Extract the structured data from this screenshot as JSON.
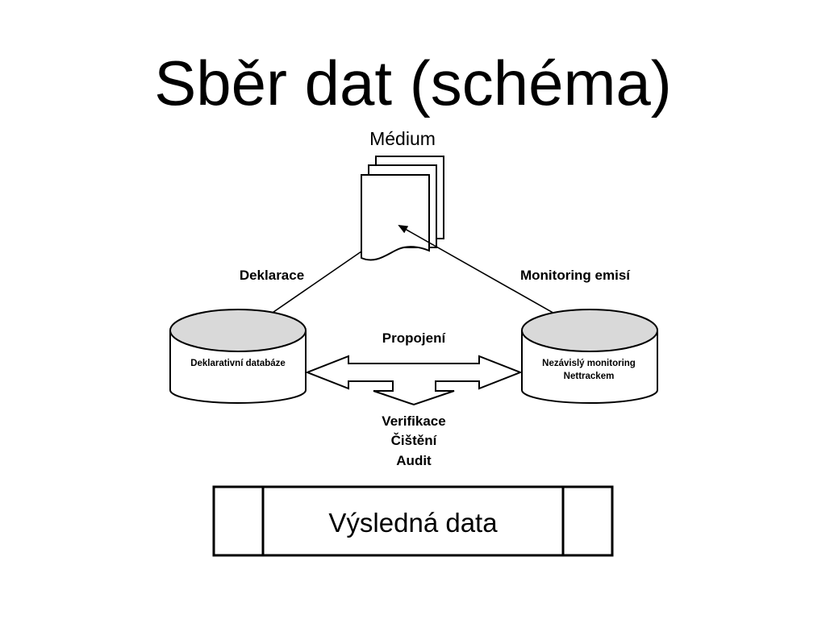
{
  "slide": {
    "title": "Sběr dat (schéma)",
    "medium_label": "Médium",
    "declaration_label": "Deklarace",
    "monitoring_label": "Monitoring emisí",
    "link_label": "Propojení",
    "left_db": {
      "label": "Deklarativní databáze"
    },
    "right_db": {
      "line1": "Nezávislý monitoring",
      "line2": "Nettrackem"
    },
    "steps": [
      "Verifikace",
      "Čištění",
      "Audit"
    ],
    "result_label": "Výsledná data"
  },
  "colors": {
    "line": "#000000",
    "db_top_fill": "#d9d9d9",
    "background": "#ffffff"
  }
}
